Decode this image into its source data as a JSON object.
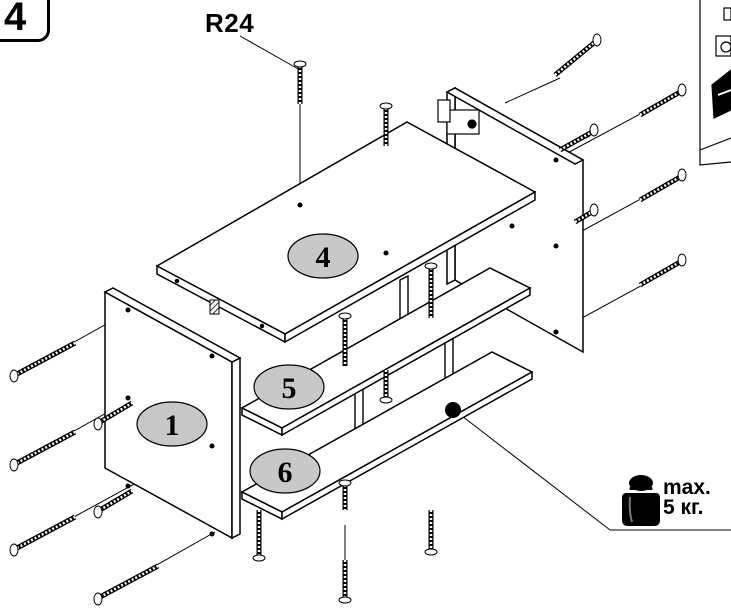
{
  "step": {
    "number": "4"
  },
  "screw_code": "R24",
  "panels": [
    "1",
    "4",
    "5",
    "6"
  ],
  "weight_limit": {
    "line1": "max.",
    "line2": "5 кг."
  },
  "colors": {
    "line": "#000000",
    "label_fill": "#c8c8c8",
    "background": "#ffffff"
  },
  "icons": [
    "weight-icon",
    "screw-icon",
    "cam-lock-icon",
    "dowel-icon"
  ]
}
